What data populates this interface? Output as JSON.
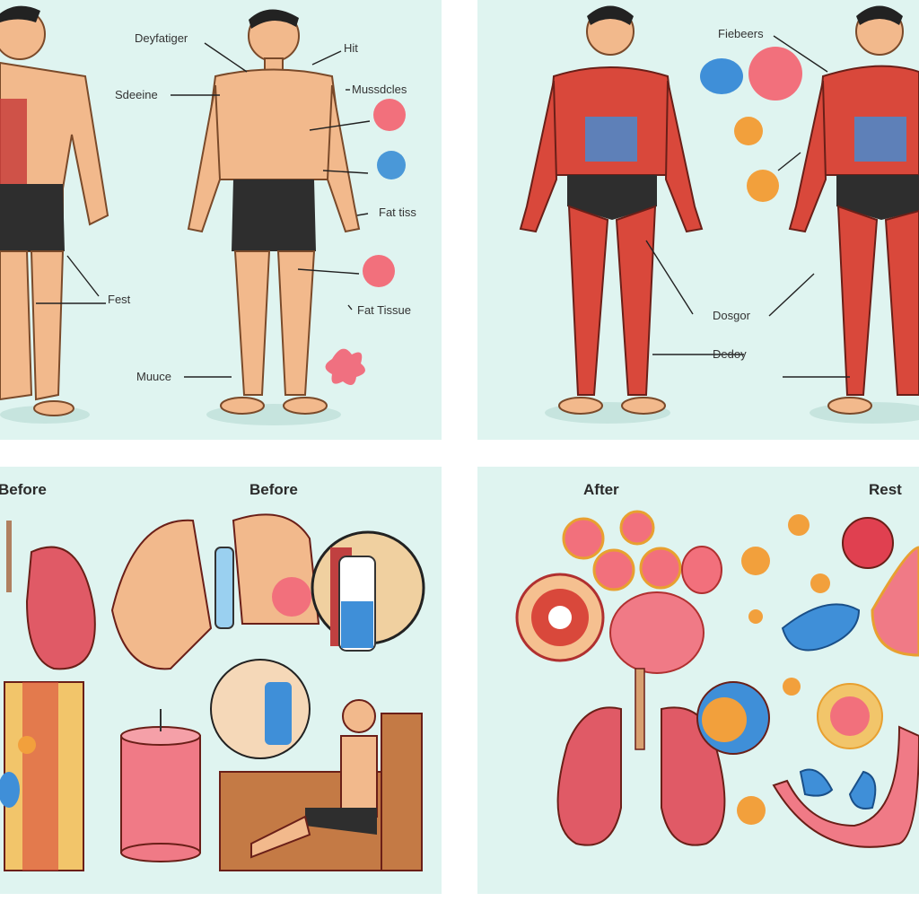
{
  "panels": {
    "top_left": {
      "labels": {
        "deyfatiger": "Deyfatiger",
        "hit": "Hit",
        "sdeeine": "Sdeeine",
        "muscles": "Mussdcles",
        "fat_tiss": "Fat tiss",
        "fest": "Fest",
        "fat_tissue": "Fat Tissue",
        "muuce": "Muuce"
      }
    },
    "top_right": {
      "labels": {
        "fiebeers": "Fiebeers",
        "dosgor": "Dosgor",
        "dedoy": "Dedoy"
      }
    },
    "bottom_left": {
      "header_left": "Before",
      "header_center": "Before"
    },
    "bottom_right": {
      "header_left": "After",
      "header_right": "Rest"
    }
  },
  "colors": {
    "panel_bg": "#dff4f0",
    "skin": "#f2b98c",
    "muscle": "#d9483b",
    "fat": "#f27a86",
    "blue": "#3f8fd8",
    "shorts": "#2e2e2e"
  }
}
